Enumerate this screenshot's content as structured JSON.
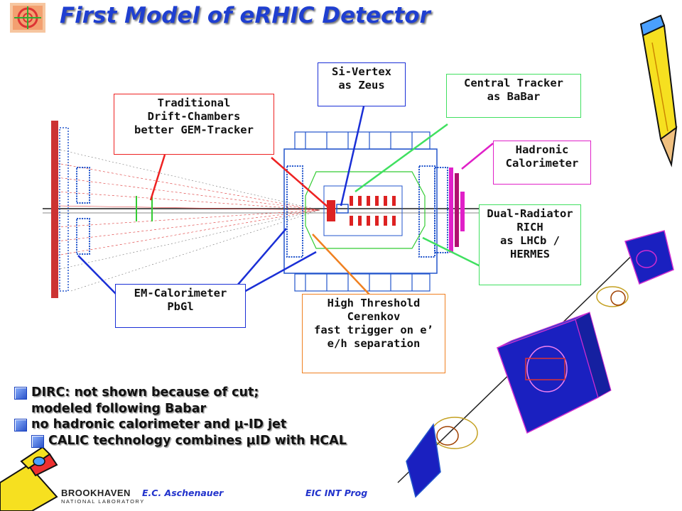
{
  "title": "First Model of eRHIC Detector",
  "labels": {
    "si_vertex": [
      "Si-Vertex",
      "as Zeus"
    ],
    "central_tracker": [
      "Central Tracker",
      "as BaBar"
    ],
    "drift_chambers": [
      "Traditional",
      "Drift-Chambers",
      "better GEM-Tracker"
    ],
    "hadronic_calorimeter": [
      "Hadronic",
      "Calorimeter"
    ],
    "dual_radiator_rich": [
      "Dual-Radiator",
      "RICH",
      "as LHCb /",
      "HERMES"
    ],
    "em_calorimeter": [
      "EM-Calorimeter",
      "PbGl"
    ],
    "high_threshold_cerenkov": [
      "High Threshold",
      "Cerenkov",
      "fast trigger on e’",
      "e/h separation"
    ]
  },
  "bullets": [
    {
      "text": "DIRC: not shown because of cut;",
      "continuation": "modeled following Babar"
    },
    {
      "text": "no hadronic calorimeter and µ-ID jet"
    },
    {
      "text": "CALIC technology combines µID with HCAL",
      "indent": true
    }
  ],
  "footer": {
    "lab_name": "BROOKHAVEN",
    "lab_sub": "NATIONAL LABORATORY",
    "author": "E.C. Aschenauer",
    "event": "EIC INT Prog"
  },
  "colors": {
    "title": "#1f3fd0",
    "si_vertex": "#1a2fd6",
    "central_tracker": "#40e060",
    "drift_chambers": "#ee2222",
    "hadronic_calorimeter": "#e020c8",
    "dual_radiator_rich": "#40e060",
    "em_calorimeter": "#1a2fd6",
    "cerenkov": "#f08020"
  }
}
